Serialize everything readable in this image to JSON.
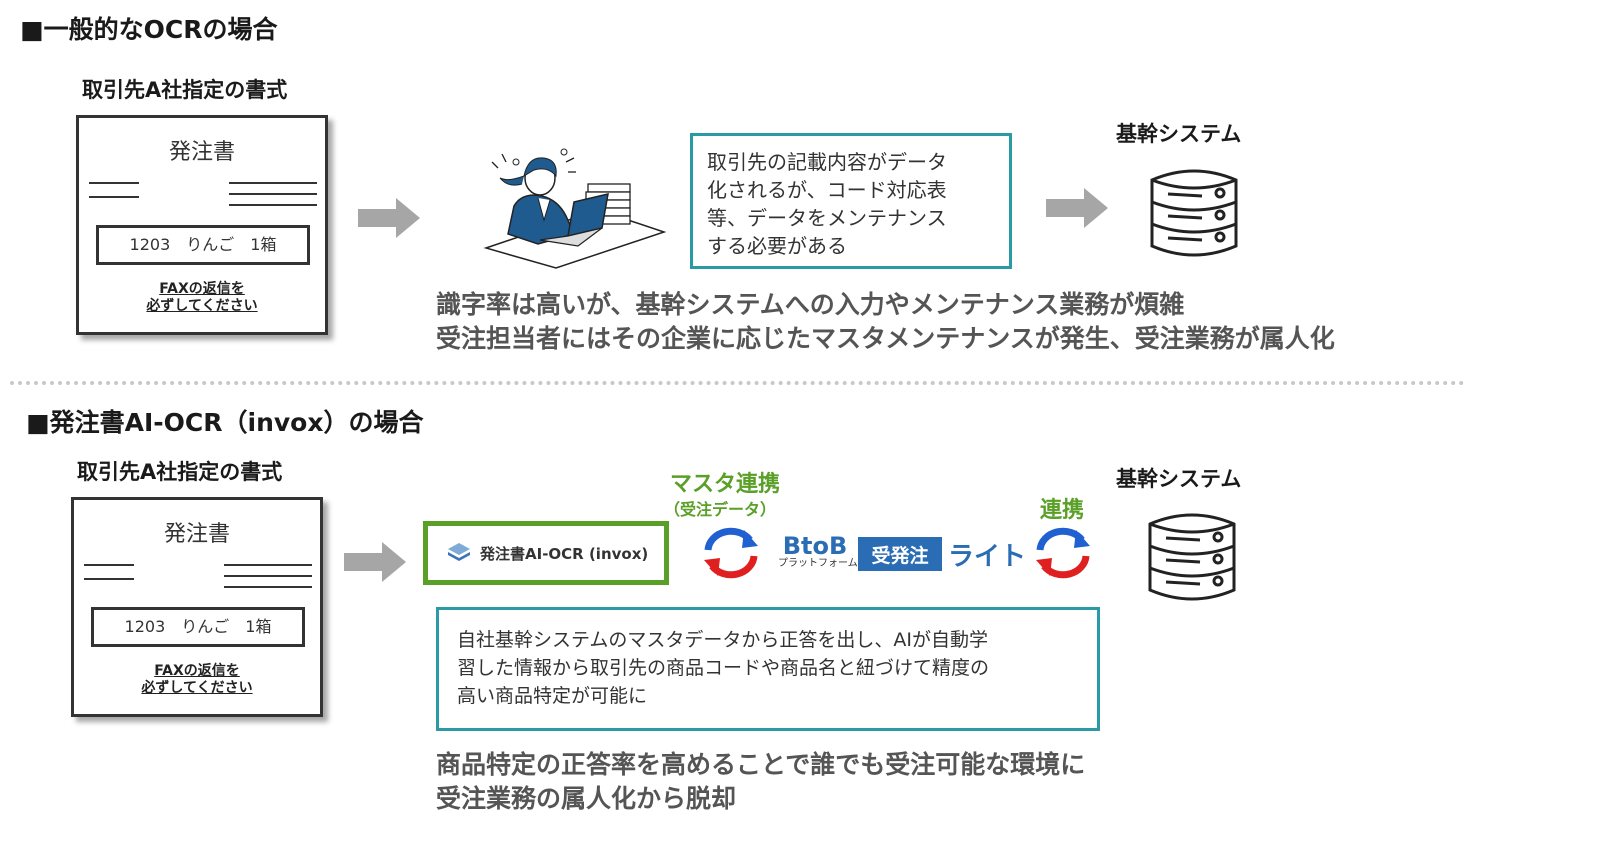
{
  "section1": {
    "title": "■一般的なOCRの場合",
    "doc_label": "取引先A社指定の書式",
    "doc": {
      "title": "発注書",
      "order_line": "1203　りんご　1箱",
      "fax_line1": "FAXの返信を",
      "fax_line2": "必ずしてください"
    },
    "note": [
      "取引先の記載内容がデータ",
      "化されるが、コード対応表",
      "等、データをメンテナンス",
      "する必要がある"
    ],
    "system_label": "基幹システム",
    "summary": [
      "識字率は高いが、基幹システムへの入力やメンテナンス業務が煩雑",
      "受注担当者にはその企業に応じたマスタメンテナンスが発生、受注業務が属人化"
    ]
  },
  "section2": {
    "title": "■発注書AI-OCR（invox）の場合",
    "doc_label": "取引先A社指定の書式",
    "doc": {
      "title": "発注書",
      "order_line": "1203　りんご　1箱",
      "fax_line1": "FAXの返信を",
      "fax_line2": "必ずしてください"
    },
    "invox_label": "発注書AI-OCR (invox)",
    "master_link": "マスタ連携",
    "master_link_sub": "（受注データ）",
    "link": "連携",
    "bob_logo": {
      "main": "BtoB",
      "sub": "プラットフォーム",
      "badge": "受発注",
      "suffix": "ライト"
    },
    "system_label": "基幹システム",
    "note": [
      "自社基幹システムのマスタデータから正答を出し、AIが自動学",
      "習した情報から取引先の商品コードや商品名と紐づけて精度の",
      "高い商品特定が可能に"
    ],
    "summary": [
      "商品特定の正答率を高めることで誰でも受注可能な環境に",
      "受注業務の属人化から脱却"
    ]
  },
  "colors": {
    "teal": "#2a9aa4",
    "green": "#5aa028",
    "arrow_gray": "#a6a6a6",
    "sync_blue": "#2060d0",
    "sync_red": "#e02020",
    "brand_blue": "#2a6db5"
  },
  "icons": [
    "worker-at-laptop-icon",
    "database-server-icon",
    "sync-arrows-icon",
    "invox-logo-icon"
  ]
}
